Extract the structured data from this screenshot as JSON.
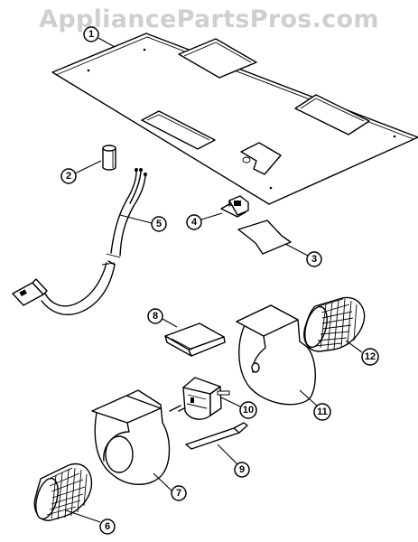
{
  "watermark": "AppliancePartsPros.com",
  "callouts": {
    "p1": "1",
    "p2": "2",
    "p3": "3",
    "p4": "4",
    "p5": "5",
    "p6": "6",
    "p7": "7",
    "p8": "8",
    "p9": "9",
    "p10": "10",
    "p11": "11",
    "p12": "12"
  }
}
